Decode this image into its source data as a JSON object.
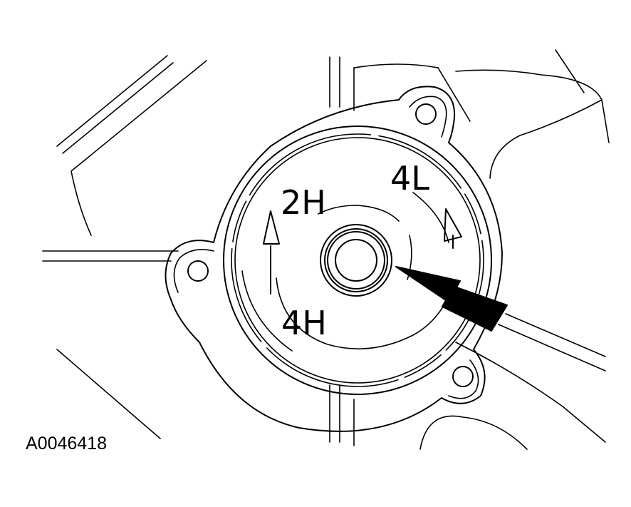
{
  "labels": {
    "mode_2h": "2H",
    "mode_4h": "4H",
    "mode_4l": "4L"
  },
  "figure_id": "A0046418",
  "colors": {
    "line": "#000000",
    "background": "#ffffff"
  }
}
